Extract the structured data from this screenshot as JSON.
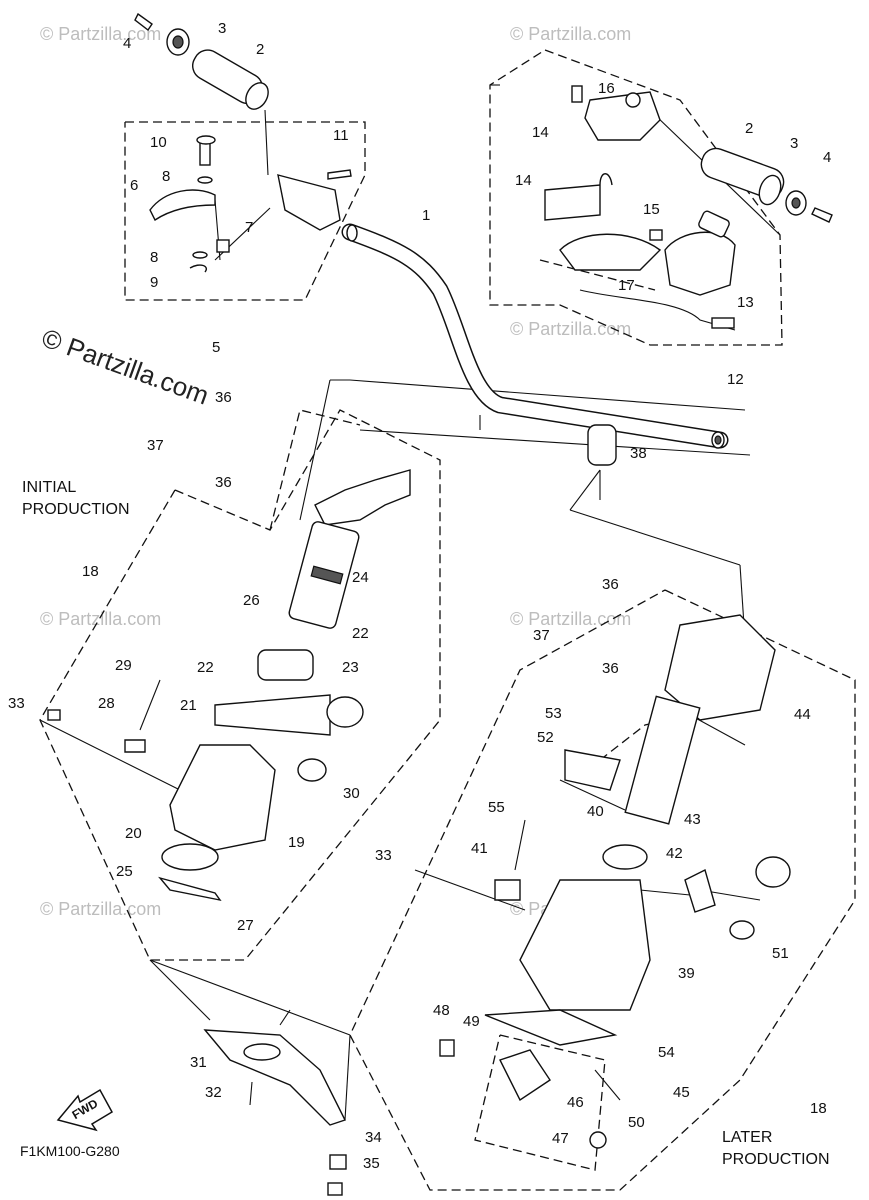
{
  "watermark": {
    "main": "© Partzilla.com",
    "faint": "© Partzilla.com"
  },
  "diagram_code": "F1KM100-G280",
  "fwd_label": "FWD",
  "notes": {
    "initial_l1": "INITIAL",
    "initial_l2": "PRODUCTION",
    "later_l1": "LATER",
    "later_l2": "PRODUCTION"
  },
  "callouts": [
    {
      "n": "1"
    },
    {
      "n": "2"
    },
    {
      "n": "3"
    },
    {
      "n": "4"
    },
    {
      "n": "5"
    },
    {
      "n": "6"
    },
    {
      "n": "7"
    },
    {
      "n": "8"
    },
    {
      "n": "8"
    },
    {
      "n": "9"
    },
    {
      "n": "10"
    },
    {
      "n": "11"
    },
    {
      "n": "12"
    },
    {
      "n": "13"
    },
    {
      "n": "14"
    },
    {
      "n": "14"
    },
    {
      "n": "15"
    },
    {
      "n": "16"
    },
    {
      "n": "17"
    },
    {
      "n": "2"
    },
    {
      "n": "3"
    },
    {
      "n": "4"
    },
    {
      "n": "18"
    },
    {
      "n": "18"
    },
    {
      "n": "19"
    },
    {
      "n": "20"
    },
    {
      "n": "21"
    },
    {
      "n": "22"
    },
    {
      "n": "22"
    },
    {
      "n": "23"
    },
    {
      "n": "24"
    },
    {
      "n": "25"
    },
    {
      "n": "26"
    },
    {
      "n": "27"
    },
    {
      "n": "28"
    },
    {
      "n": "29"
    },
    {
      "n": "30"
    },
    {
      "n": "31"
    },
    {
      "n": "32"
    },
    {
      "n": "33"
    },
    {
      "n": "33"
    },
    {
      "n": "34"
    },
    {
      "n": "35"
    },
    {
      "n": "36"
    },
    {
      "n": "36"
    },
    {
      "n": "36"
    },
    {
      "n": "36"
    },
    {
      "n": "37"
    },
    {
      "n": "37"
    },
    {
      "n": "38"
    },
    {
      "n": "39"
    },
    {
      "n": "40"
    },
    {
      "n": "41"
    },
    {
      "n": "42"
    },
    {
      "n": "43"
    },
    {
      "n": "44"
    },
    {
      "n": "45"
    },
    {
      "n": "46"
    },
    {
      "n": "47"
    },
    {
      "n": "48"
    },
    {
      "n": "49"
    },
    {
      "n": "50"
    },
    {
      "n": "51"
    },
    {
      "n": "52"
    },
    {
      "n": "53"
    },
    {
      "n": "54"
    },
    {
      "n": "55"
    }
  ]
}
